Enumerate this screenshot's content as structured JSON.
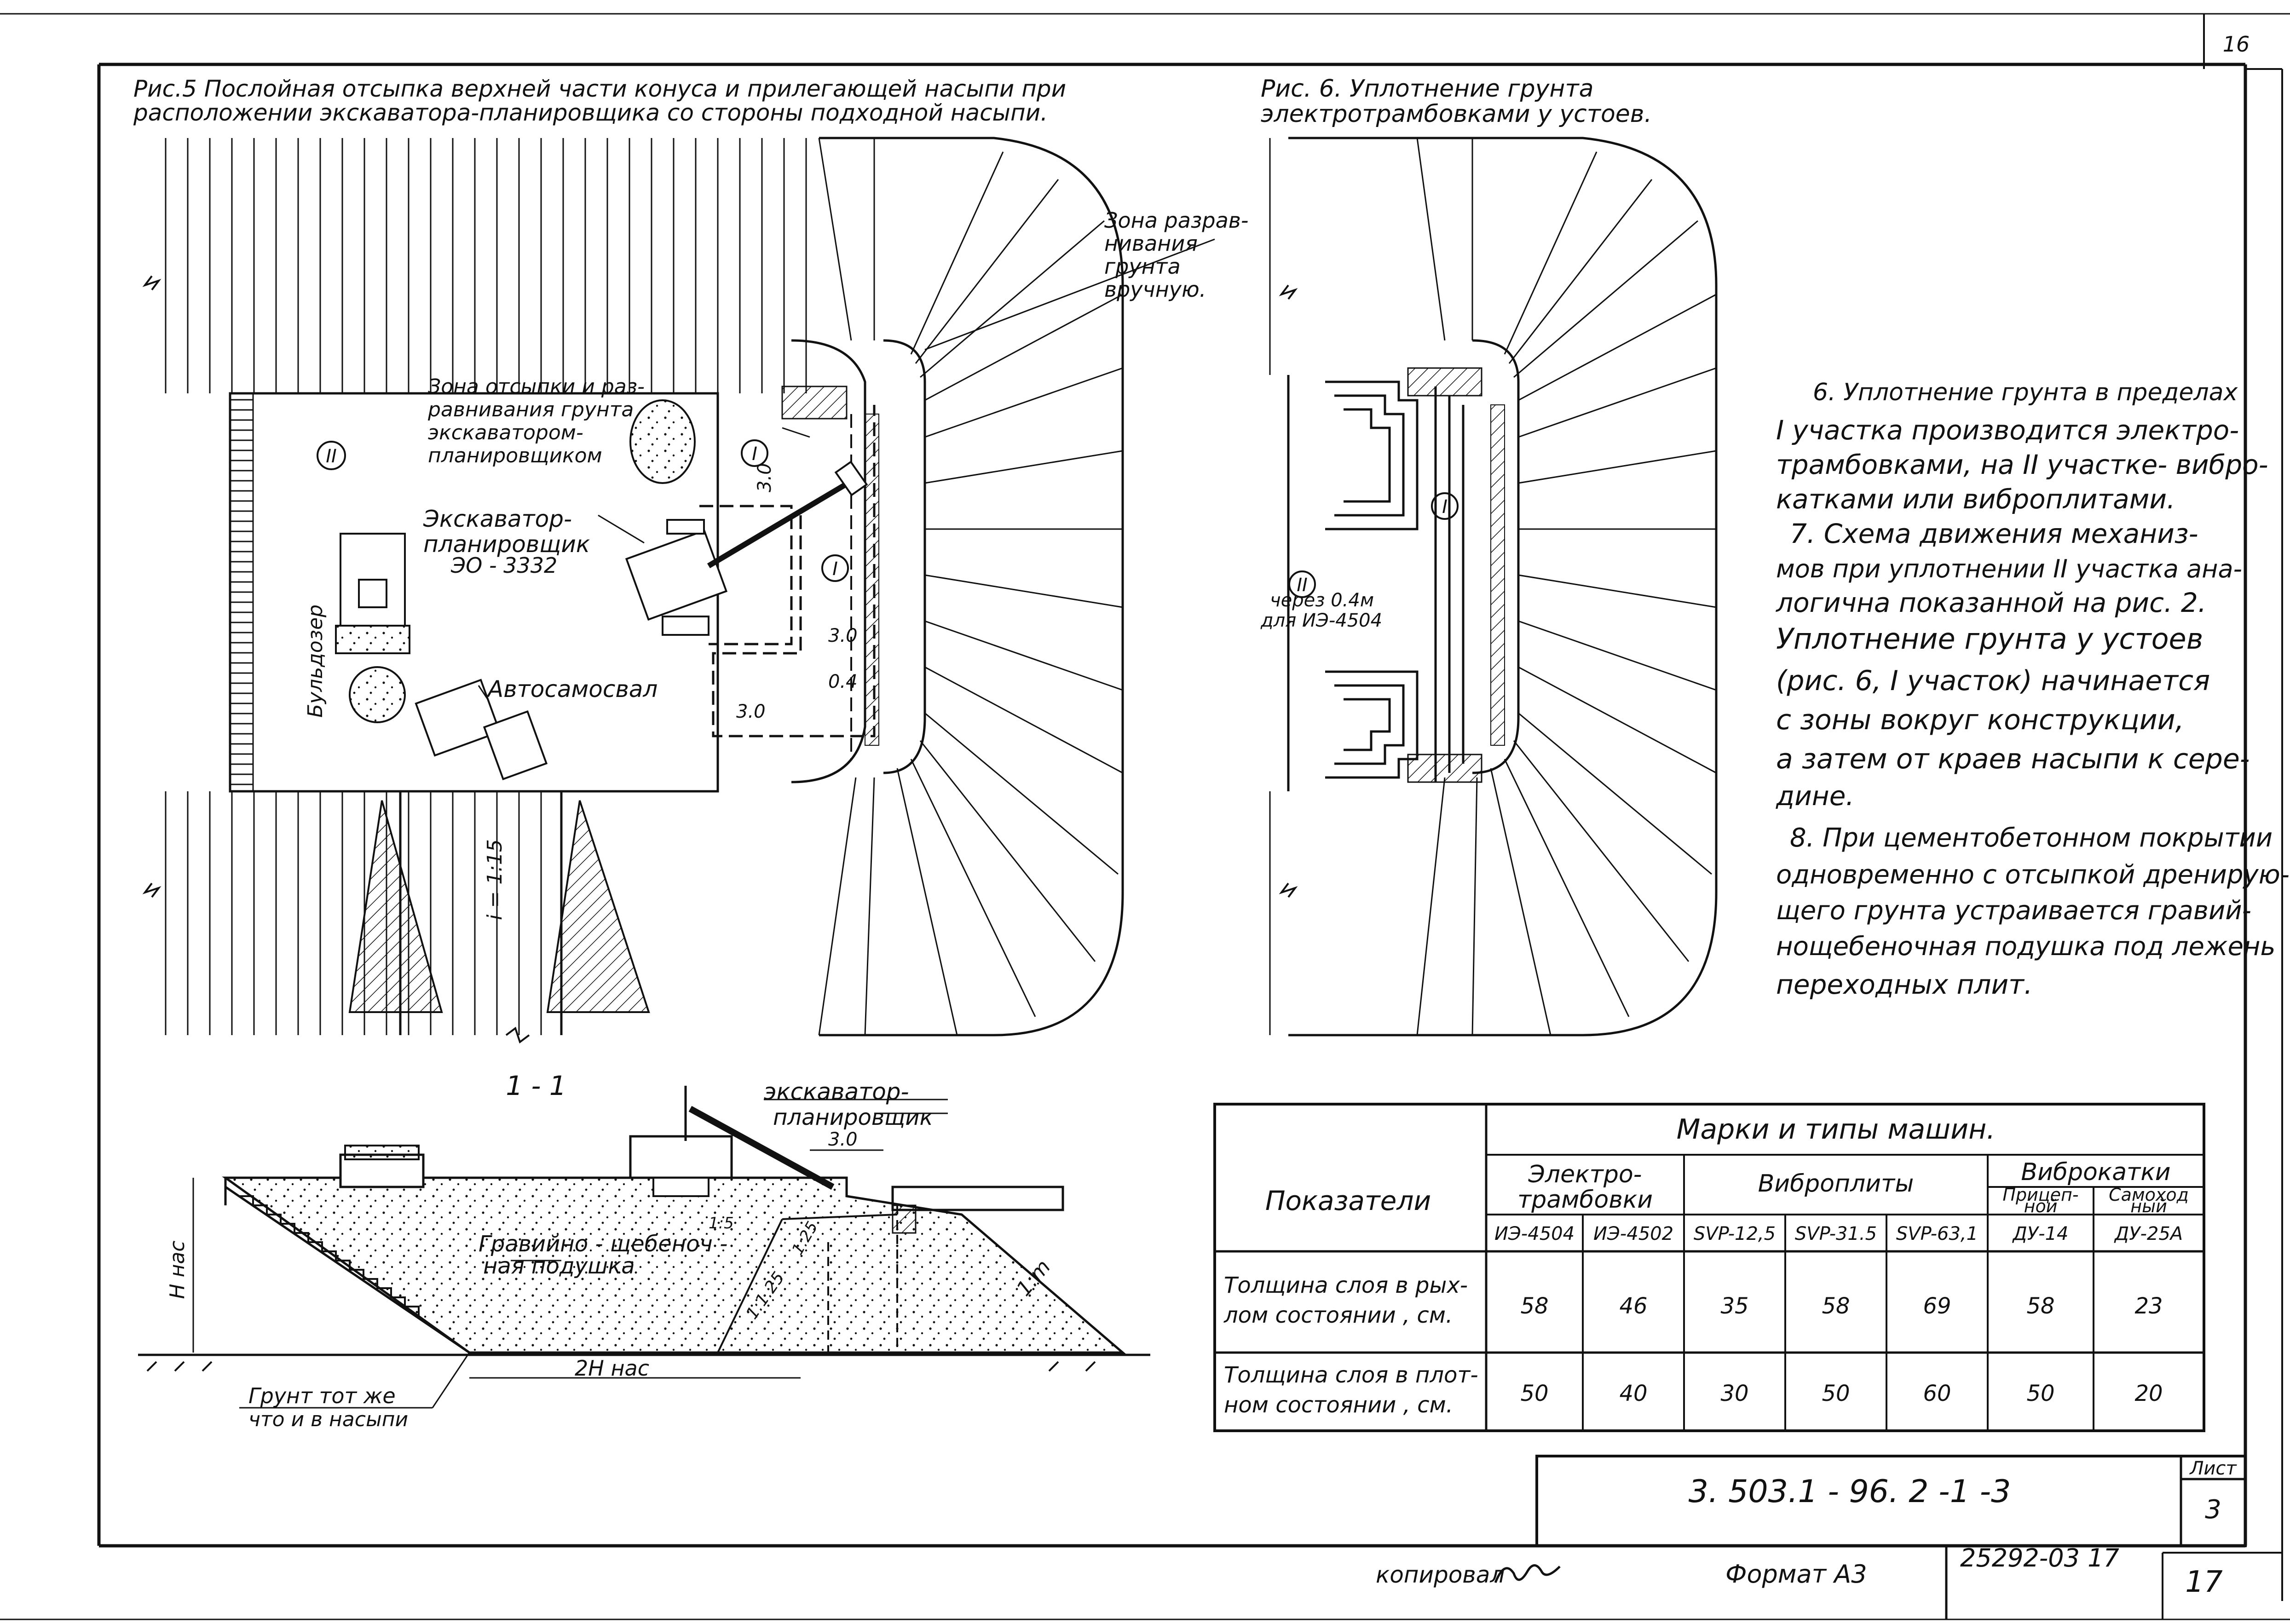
{
  "sheet": {
    "top_right_number": "16",
    "bottom_right_number": "17",
    "list_label": "Лист",
    "list_number": "3",
    "doc_code": "3. 503.1 - 96. 2 -1 -3",
    "copied_label": "копировал",
    "format_label": "Формат А3",
    "order_number": "25292-03 17"
  },
  "fig5": {
    "title_line1": "Рис.5 Послойная отсыпка верхней части конуса и прилегающей насыпи при",
    "title_line2": "расположении экскаватора-планировщика со стороны подходной насыпи.",
    "zone_hand_1": "Зона разрав-",
    "zone_hand_2": "нивания",
    "zone_hand_3": "грунта",
    "zone_hand_4": "вручную.",
    "zone_fill_1": "Зона отсыпки и раз-",
    "zone_fill_2": "равнивания грунта",
    "zone_fill_3": "экскаватором-",
    "zone_fill_4": "планировщиком",
    "excavator_1": "Экскаватор-",
    "excavator_2": "планировщик",
    "excavator_3": "ЭО - 3332",
    "dump_truck": "Автосамосвал",
    "bulldozer": "Бульдозер",
    "zone_I_a": "I",
    "zone_I_b": "I",
    "zone_II": "II",
    "dim_30_a": "3.0",
    "dim_30_b": "3.0",
    "dim_30_c": "3.0",
    "dim_04": "0.4",
    "slope": "i = 1:15"
  },
  "fig6": {
    "title_line1": "Рис. 6. Уплотнение грунта",
    "title_line2": "электротрамбовками у устоев.",
    "zone_I": "I",
    "zone_II": "II",
    "note_1": "через 0.4м",
    "note_2": "для ИЭ-4504"
  },
  "section": {
    "label": "1 - 1",
    "excavator_1": "экскаватор-",
    "excavator_2": "планировщик",
    "dim_30": "3.0",
    "h_label": "Н нас",
    "cushion_1": "Гравийно - щебеноч -",
    "cushion_2": "ная подушка",
    "slope_15": "1:5",
    "slope_125_a": "1:25",
    "slope_125_b": "1:1.25",
    "slope_m": "1:m",
    "width": "2Н нас",
    "soil_1": "Грунт тот же",
    "soil_2": "что и в насыпи"
  },
  "notes": [
    "6. Уплотнение грунта в пределах",
    "I участка производится электро-",
    "трамбовками, на II участке- вибро-",
    "катками или виброплитами.",
    "7. Схема движения механиз-",
    "мов при уплотнении II участка ана-",
    "логична показанной на рис. 2.",
    "Уплотнение грунта у устоев",
    "(рис. 6, I участок) начинается",
    "с зоны вокруг конструкции,",
    "а затем от краев насыпи к сере-",
    "дине.",
    "8. При цементобетонном покрытии",
    "одновременно с отсыпкой дренирую-",
    "щего грунта устраивается гравий-",
    "нощебеночная подушка под лежень",
    "переходных плит."
  ],
  "table": {
    "title": "Марки и типы машин.",
    "indicator_header": "Показатели",
    "group_electro_1": "Электро-",
    "group_electro_2": "трамбовки",
    "group_vibroplates": "Виброплиты",
    "group_vibrorollers": "Виброкатки",
    "sub_trailed_1": "Прицеп-",
    "sub_trailed_2": "ной",
    "sub_self_1": "Самоход",
    "sub_self_2": "ный",
    "models": [
      "ИЭ-4504",
      "ИЭ-4502",
      "SVP-12,5",
      "SVP-31.5",
      "SVP-63,1",
      "ДУ-14",
      "ДУ-25А"
    ],
    "rows": [
      {
        "label_1": "Толщина слоя в рых-",
        "label_2": "лом состоянии , см.",
        "values": [
          "58",
          "46",
          "35",
          "58",
          "69",
          "58",
          "23"
        ]
      },
      {
        "label_1": "Толщина слоя в плот-",
        "label_2": "ном состоянии , см.",
        "values": [
          "50",
          "40",
          "30",
          "50",
          "60",
          "50",
          "20"
        ]
      }
    ]
  }
}
